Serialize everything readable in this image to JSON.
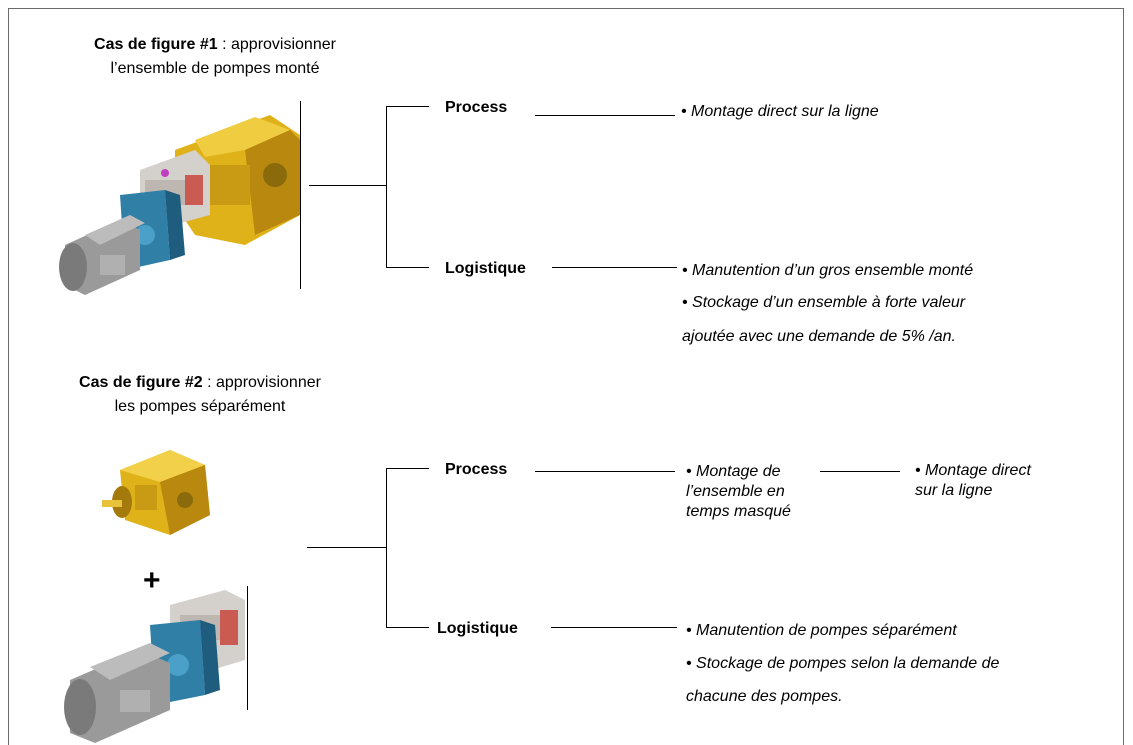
{
  "case1": {
    "title_bold": "Cas de figure #1",
    "title_rest": " : approvisionner",
    "title_line2": "l’ensemble de pompes monté",
    "process": {
      "label": "Process",
      "bullets": [
        "• Montage direct sur la ligne"
      ]
    },
    "logistique": {
      "label": "Logistique",
      "lines": [
        "• Manutention d’un gros ensemble monté",
        "• Stockage d’un ensemble à forte valeur",
        "ajoutée avec une demande de 5% /an."
      ]
    }
  },
  "case2": {
    "title_bold": "Cas de figure #2",
    "title_rest": " : approvisionner",
    "title_line2": "les pompes séparément",
    "plus": "+",
    "process": {
      "label": "Process",
      "step1_lines": [
        "• Montage de",
        "l’ensemble en",
        "temps masqué"
      ],
      "step2_lines": [
        "• Montage direct",
        "sur la ligne"
      ]
    },
    "logistique": {
      "label": "Logistique",
      "lines": [
        "• Manutention de pompes séparément",
        "• Stockage de pompes selon la demande de",
        "chacune des pompes."
      ]
    }
  },
  "colors": {
    "pump_yellow": "#e0b21a",
    "pump_blue": "#2f7fa6",
    "motor_grey": "#9a9a9a",
    "valve_red": "#c95b52",
    "frame_border": "#6b6b6b"
  },
  "icons": [
    "pump-assembly-image",
    "yellow-pump-image",
    "blue-motor-pump-image"
  ]
}
